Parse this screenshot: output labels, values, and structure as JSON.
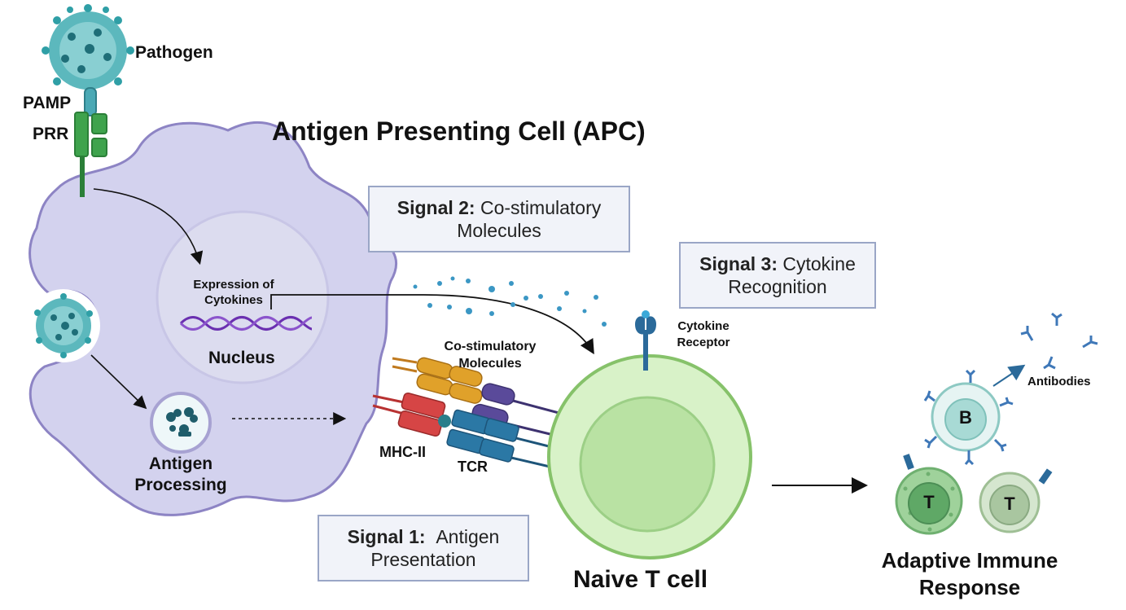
{
  "title": "Antigen Presenting Cell (APC)",
  "labels": {
    "pathogen": "Pathogen",
    "pamp": "PAMP",
    "prr": "PRR",
    "expression_line1": "Expression of",
    "expression_line2": "Cytokines",
    "nucleus": "Nucleus",
    "antigen_processing_line1": "Antigen",
    "antigen_processing_line2": "Processing",
    "costim_line1": "Co-stimulatory",
    "costim_line2": "Molecules",
    "mhc": "MHC-II",
    "tcr": "TCR",
    "cytokine_receptor_line1": "Cytokine",
    "cytokine_receptor_line2": "Receptor",
    "naive_t": "Naive T cell",
    "antibodies": "Antibodies",
    "adaptive_line1": "Adaptive Immune",
    "adaptive_line2": "Response",
    "b_cell": "B",
    "t_cell_1": "T",
    "t_cell_2": "T"
  },
  "signals": [
    {
      "bold": "Signal 1:",
      "rest": "Antigen",
      "line2": "Presentation"
    },
    {
      "bold": "Signal 2:",
      "rest": "Co-stimulatory",
      "line2": "Molecules"
    },
    {
      "bold": "Signal 3:",
      "rest": "Cytokine",
      "line2": "Recognition"
    }
  ],
  "colors": {
    "apc_fill": "#d3d2ee",
    "apc_stroke": "#8d84c4",
    "pathogen_teal": "#2f9fa6",
    "prr_green": "#3fa34d",
    "dna_purple": "#6a2fb0",
    "mhc_red": "#d64545",
    "tcr_blue": "#2b78a5",
    "costim_orange": "#e0a12a",
    "costim_purple": "#5a4a9a",
    "tcell_fill": "#d8f2c8",
    "tcell_stroke": "#86c26a",
    "box_fill": "#f1f3f9",
    "box_border": "#9aa6c6"
  }
}
